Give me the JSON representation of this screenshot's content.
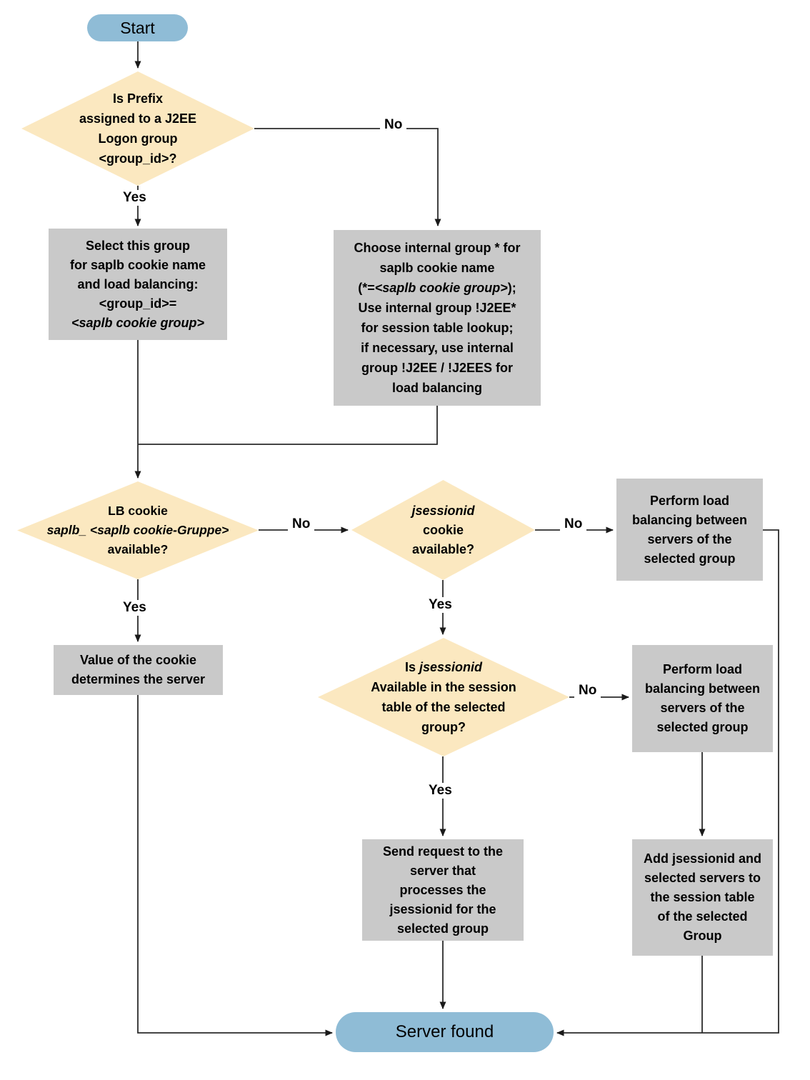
{
  "title": "J2EE load balancing flowchart",
  "colors": {
    "terminal_fill": "#8FBCD6",
    "decision_fill": "#FBE8C0",
    "process_fill": "#C9C9C9",
    "connector": "#2b2b2b",
    "text": "#000000",
    "background": "#ffffff"
  },
  "nodes": {
    "start": {
      "label": "Start"
    },
    "decision_prefix": {
      "l1": "Is Prefix",
      "l2": "assigned to a J2EE",
      "l3": "Logon group",
      "l4": "<group_id>?"
    },
    "select_group": {
      "l1": "Select this group",
      "l2": "for saplb cookie name",
      "l3": "and load balancing:",
      "l4": "<group_id>=",
      "l5": "<saplb cookie group>"
    },
    "choose_internal": {
      "l1": "Choose internal group * for",
      "l2": "saplb cookie name",
      "l3_pre": "(*=",
      "l3_it": "<saplb cookie group>",
      "l3_post": ");",
      "l4": "Use internal group !J2EE*",
      "l5": "for session table lookup;",
      "l6": "if necessary, use internal",
      "l7": "group !J2EE / !J2EES for",
      "l8": "load balancing"
    },
    "decision_lb_cookie": {
      "l1": "LB cookie",
      "l2": "saplb_ <saplb cookie-Gruppe>",
      "l3": "available?"
    },
    "decision_jsessionid": {
      "l1": "jsessionid",
      "l2": "cookie",
      "l3": "available?"
    },
    "perform_lb_top": {
      "l1": "Perform load",
      "l2": "balancing between",
      "l3": "servers of the",
      "l4": "selected group"
    },
    "value_cookie": {
      "l1": "Value of the cookie",
      "l2": "determines the server"
    },
    "decision_session_table": {
      "l1_pre": "Is ",
      "l1_it": "jsessionid",
      "l2": "Available in the session",
      "l3": "table of the selected",
      "l4": "group?"
    },
    "perform_lb_mid": {
      "l1": "Perform load",
      "l2": "balancing between",
      "l3": "servers of the",
      "l4": "selected group"
    },
    "send_request": {
      "l1": "Send request to the",
      "l2": "server that",
      "l3": "processes the",
      "l4": "jsessionid for the",
      "l5": "selected group"
    },
    "add_jsessionid": {
      "l1": "Add jsessionid and",
      "l2": "selected servers to",
      "l3": "the session table",
      "l4": "of the selected",
      "l5": "Group"
    },
    "server_found": {
      "label": "Server found"
    }
  },
  "edge_labels": {
    "prefix_yes": "Yes",
    "prefix_no": "No",
    "lb_yes": "Yes",
    "lb_no": "No",
    "jsess_yes": "Yes",
    "jsess_no": "No",
    "session_yes": "Yes",
    "session_no": "No"
  }
}
